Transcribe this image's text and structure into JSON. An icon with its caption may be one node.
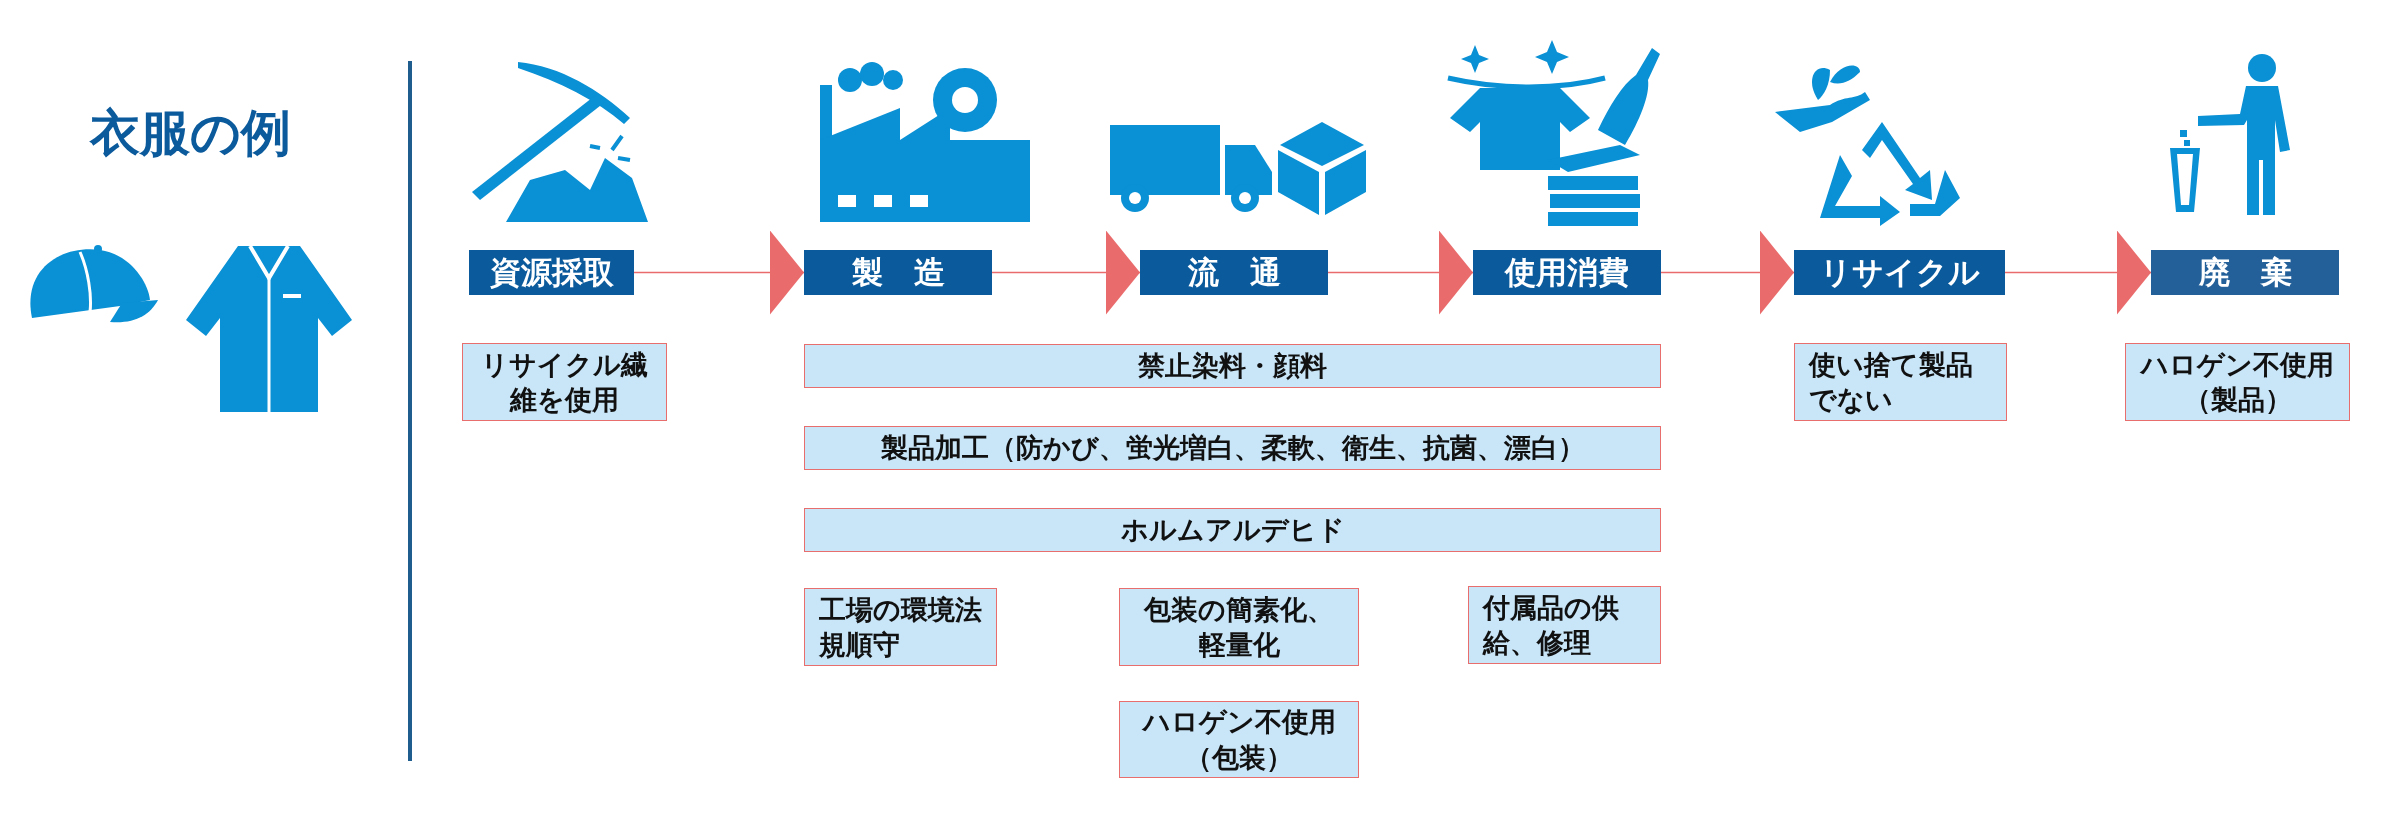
{
  "diagram": {
    "title": "衣服の例",
    "nodes": [
      {
        "text": [
          "資源採取"
        ]
      },
      {
        "text": [
          "製　造"
        ]
      },
      {
        "text": [
          "流　通"
        ]
      },
      {
        "text": [
          "使用消費"
        ]
      },
      {
        "text": [
          "リサイクル"
        ]
      },
      {
        "text": [
          "廃　棄"
        ]
      },
      {
        "text": [
          "リサイクル繊維を使用"
        ]
      },
      {
        "text": [
          "禁止染料・顔料"
        ]
      },
      {
        "text": [
          "製品加工（防かび、蛍光増白、柔軟、衛生、抗菌、漂白）"
        ]
      },
      {
        "text": [
          "ホルムアルデヒド"
        ]
      },
      {
        "text": [
          "工場の環境法規順守"
        ]
      },
      {
        "text": [
          "包装の簡素化、軽量化"
        ]
      },
      {
        "text": [
          "付属品の供給、修理"
        ]
      },
      {
        "text": [
          "ハロゲン不使用（包装）"
        ]
      },
      {
        "text": [
          "使い捨て製品でない"
        ]
      },
      {
        "text": [
          "ハロゲン不使用（製品）"
        ]
      }
    ],
    "edges": [
      {
        "from": 0,
        "to": 1,
        "arrow": "to"
      },
      {
        "from": 1,
        "to": 2,
        "arrow": "to"
      },
      {
        "from": 2,
        "to": 3,
        "arrow": "to"
      },
      {
        "from": 3,
        "to": 4,
        "arrow": "to"
      },
      {
        "from": 4,
        "to": 5,
        "arrow": "to"
      }
    ]
  }
}
